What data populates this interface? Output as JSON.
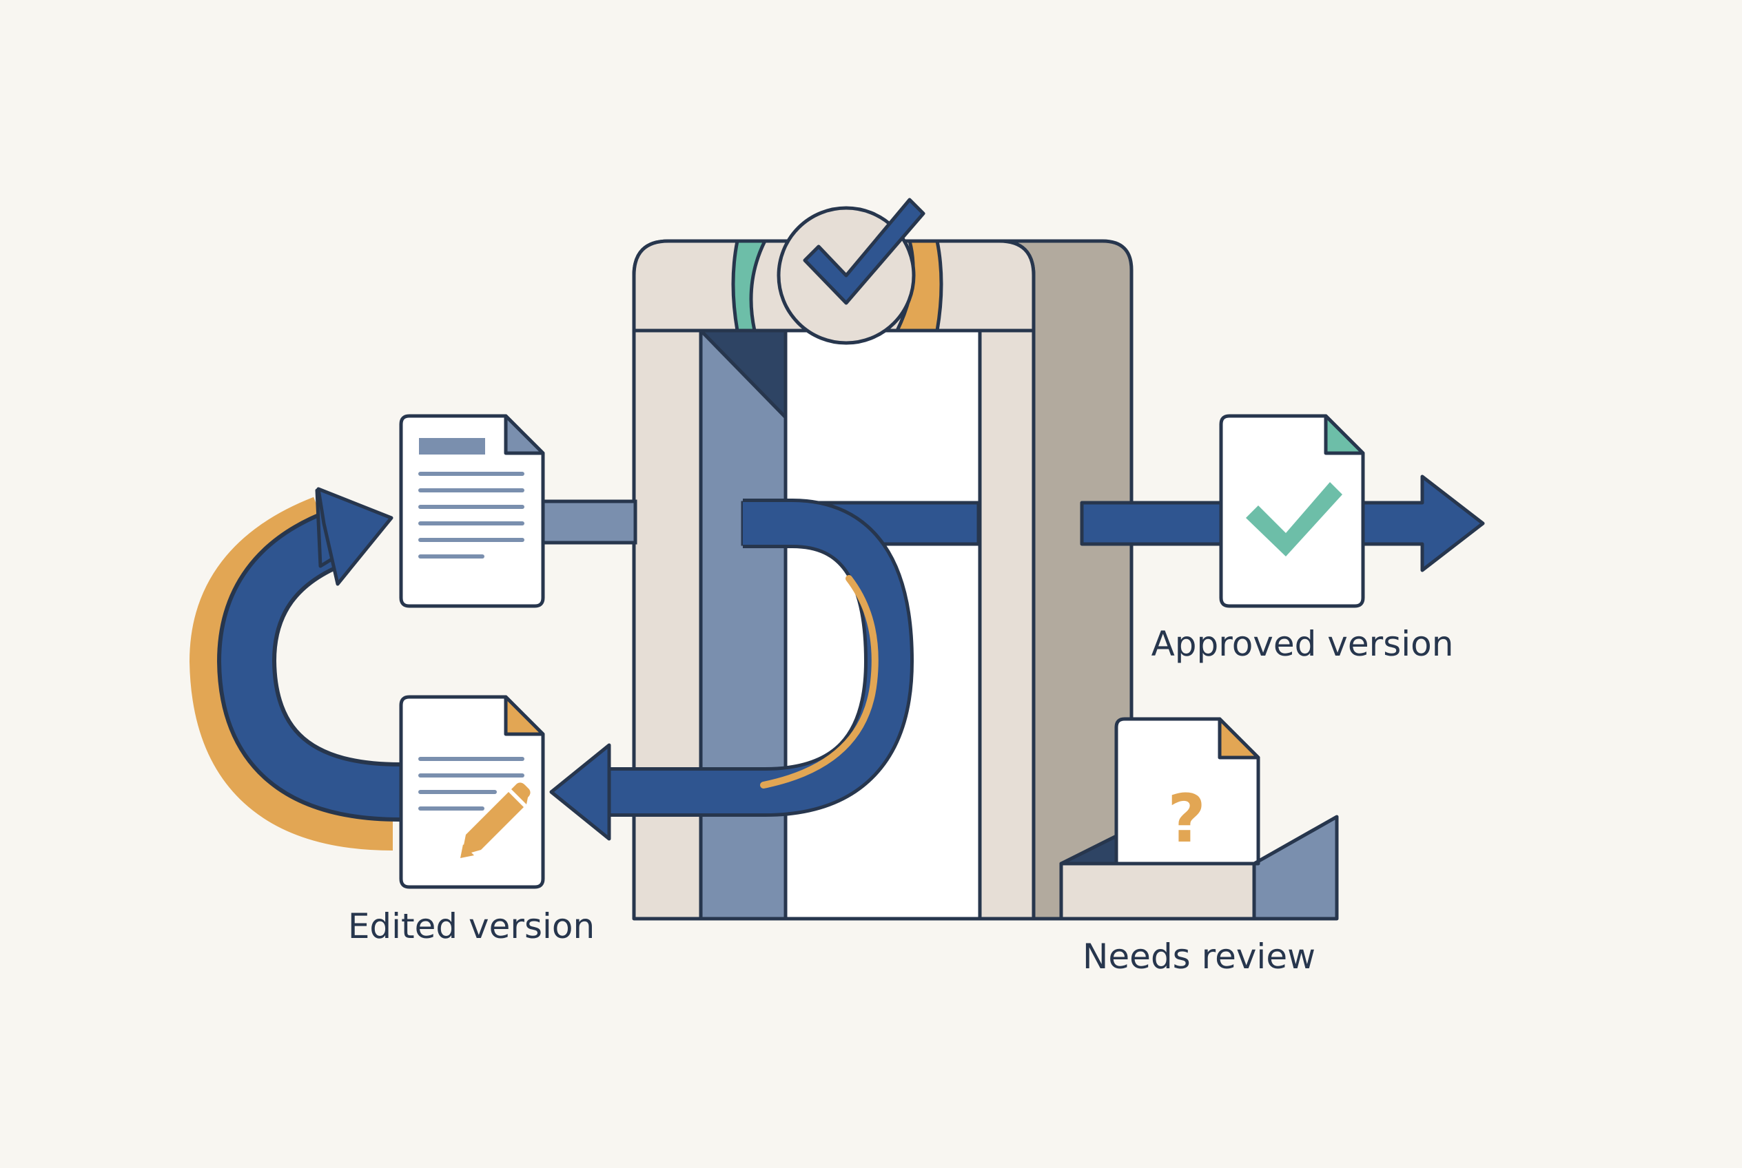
{
  "labels": {
    "edited": "Edited version",
    "approved": "Approved version",
    "review": "Needs review"
  },
  "symbols": {
    "question": "?"
  },
  "icons": {
    "gate_badge": "check-circle-icon",
    "approved_mark": "check-icon",
    "edit_mark": "pencil-icon",
    "review_mark": "question-mark-icon"
  },
  "colors": {
    "background": "#f8f6f1",
    "outline": "#27364d",
    "primary_blue": "#2f5590",
    "steel_blue": "#7a8fae",
    "sand": "#b2aa9e",
    "panel": "#e6ded6",
    "orange": "#e2a654",
    "teal": "#6dbea8"
  }
}
